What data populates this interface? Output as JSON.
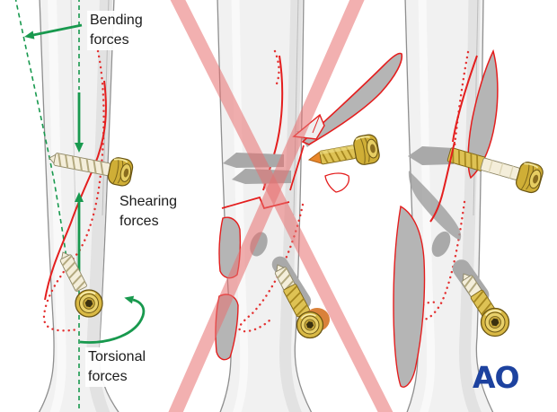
{
  "annotations": {
    "bending": {
      "text": "Bending\nforces"
    },
    "shearing": {
      "text": "Shearing\nforces"
    },
    "torsional": {
      "text": "Torsional\nforces"
    }
  },
  "logo": {
    "text": "AO",
    "color": "#1d429f"
  },
  "panels": [
    {
      "name": "lag-screw-forces",
      "crossed_out": false
    },
    {
      "name": "displaced-fracture-screws-out",
      "crossed_out": true
    },
    {
      "name": "reduced-fracture-lag-screws",
      "crossed_out": false
    }
  ],
  "colors": {
    "force_green": "#18994e",
    "fracture_red": "#e41e1e",
    "prohibition_pink": "#ef9f9f",
    "bone_fill": "#f1f1f1",
    "bone_shade": "#e2e2e2",
    "bone_outline": "#8f8f8f",
    "fragment_gray": "#b5b5b5",
    "channel_gray": "#a9a9a9",
    "screw_gold": "#d9b945",
    "screw_cream": "#f4eeda",
    "screw_tip_orange": "#e8872b",
    "logo_blue": "#1d429f"
  }
}
